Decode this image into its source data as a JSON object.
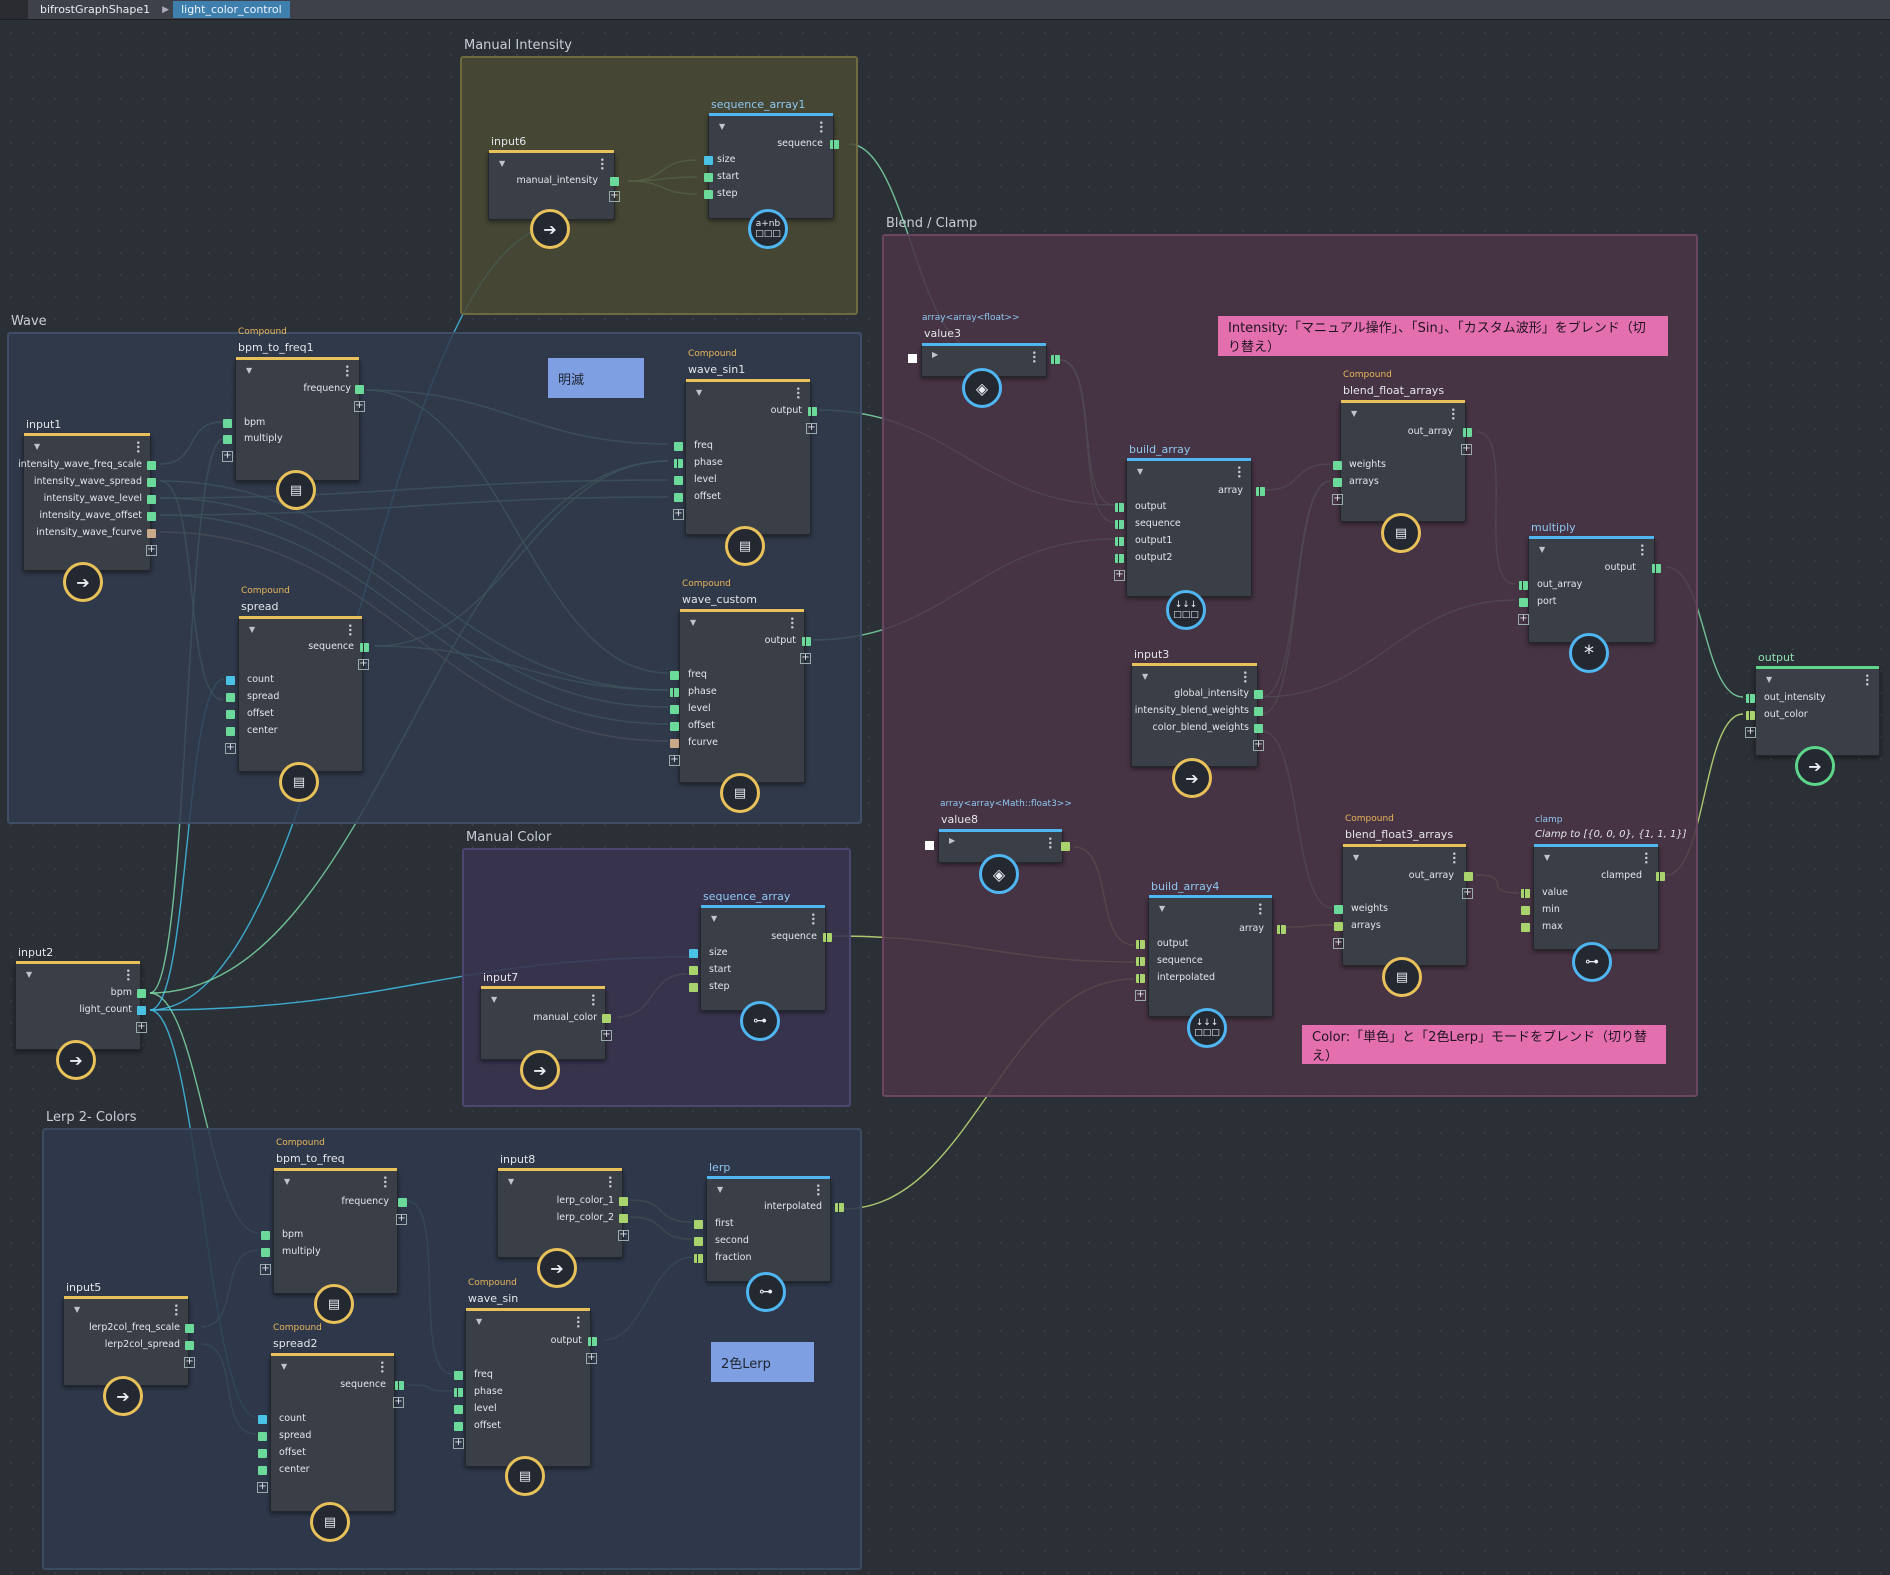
{
  "breadcrumb": [
    "bifrostGraphShape1",
    "light_color_control"
  ],
  "colors": {
    "canvas": "#2b2f36",
    "node_body": "#3a3e47",
    "header_terminal": "#e8c15a",
    "header_compound": "#e8c15a",
    "header_op": "#4fb6f2",
    "header_output": "#5ed58a",
    "pin_float": "#6bd99a",
    "pin_int": "#49c2e6",
    "pin_fcurve": "#c9a98a",
    "pin_float3": "#a9d36c",
    "wire_float": "#7bd7a4",
    "wire_int": "#3fc0e8",
    "wire_float3": "#c7e07a",
    "wire_fcurve": "#c9a98a",
    "backdrop_manual_intensity": "#4a4a34",
    "backdrop_wave": "#313b4d",
    "backdrop_manual_color": "#3a3450",
    "backdrop_blend": "#4a3445",
    "backdrop_lerp": "#2f3a4d",
    "sticky_blue": "#7f9fe3",
    "sticky_pink": "#e46fae"
  },
  "backdrops": {
    "manual_intensity": "Manual Intensity",
    "wave": "Wave",
    "manual_color": "Manual Color",
    "blend_clamp": "Blend / Clamp",
    "lerp": "Lerp 2- Colors"
  },
  "stickies": {
    "blink": "明滅",
    "intensity_note": "Intensity:「マニュアル操作」、「Sin」、「カスタム波形」をブレンド（切り替え）",
    "color_note": "Color:「単色」と「2色Lerp」モードをブレンド（切り替え）",
    "lerp_note": "2色Lerp"
  },
  "nodes": {
    "input6": {
      "title": "input6",
      "ports": [
        "manual_intensity"
      ],
      "icon": "arrow-right-icon"
    },
    "sequence_array1": {
      "title": "sequence_array1",
      "inputs": [
        "size",
        "start",
        "step"
      ],
      "outputs": [
        "sequence"
      ],
      "icon_text": "a+nb"
    },
    "bpm_to_freq1": {
      "kind": "Compound",
      "title": "bpm_to_freq1",
      "outputs": [
        "frequency"
      ],
      "inputs": [
        "bpm",
        "multiply"
      ]
    },
    "input1": {
      "title": "input1",
      "ports": [
        "intensity_wave_freq_scale",
        "intensity_wave_spread",
        "intensity_wave_level",
        "intensity_wave_offset",
        "intensity_wave_fcurve"
      ]
    },
    "spread": {
      "kind": "Compound",
      "title": "spread",
      "outputs": [
        "sequence"
      ],
      "inputs": [
        "count",
        "spread",
        "offset",
        "center"
      ]
    },
    "wave_sin1": {
      "kind": "Compound",
      "title": "wave_sin1",
      "outputs": [
        "output"
      ],
      "inputs": [
        "freq",
        "phase",
        "level",
        "offset"
      ]
    },
    "wave_custom": {
      "kind": "Compound",
      "title": "wave_custom",
      "outputs": [
        "output"
      ],
      "inputs": [
        "freq",
        "phase",
        "level",
        "offset",
        "fcurve"
      ]
    },
    "value3": {
      "type": "array<array<float>>",
      "title": "value3"
    },
    "build_array": {
      "title": "build_array",
      "outputs": [
        "array"
      ],
      "inputs": [
        "output",
        "sequence",
        "output1",
        "output2"
      ]
    },
    "blend_float_arrays": {
      "kind": "Compound",
      "title": "blend_float_arrays",
      "outputs": [
        "out_array"
      ],
      "inputs": [
        "weights",
        "arrays"
      ]
    },
    "multiply": {
      "title": "multiply",
      "outputs": [
        "output"
      ],
      "inputs": [
        "out_array",
        "port"
      ],
      "icon_text": "*"
    },
    "input3": {
      "title": "input3",
      "ports": [
        "global_intensity",
        "intensity_blend_weights",
        "color_blend_weights"
      ]
    },
    "output": {
      "title": "output",
      "inputs": [
        "out_intensity",
        "out_color"
      ]
    },
    "value8": {
      "type": "array<array<Math::float3>>",
      "title": "value8"
    },
    "build_array4": {
      "title": "build_array4",
      "outputs": [
        "array"
      ],
      "inputs": [
        "output",
        "sequence",
        "interpolated"
      ]
    },
    "blend_float3_arrays": {
      "kind": "Compound",
      "title": "blend_float3_arrays",
      "outputs": [
        "out_array"
      ],
      "inputs": [
        "weights",
        "arrays"
      ]
    },
    "clamp": {
      "kind": "clamp",
      "title": "Clamp to [{0, 0, 0}, {1, 1, 1}]",
      "outputs": [
        "clamped"
      ],
      "inputs": [
        "value",
        "min",
        "max"
      ]
    },
    "input2": {
      "title": "input2",
      "ports": [
        "bpm",
        "light_count"
      ]
    },
    "input7": {
      "title": "input7",
      "ports": [
        "manual_color"
      ]
    },
    "sequence_array": {
      "title": "sequence_array",
      "outputs": [
        "sequence"
      ],
      "inputs": [
        "size",
        "start",
        "step"
      ]
    },
    "bpm_to_freq": {
      "kind": "Compound",
      "title": "bpm_to_freq",
      "outputs": [
        "frequency"
      ],
      "inputs": [
        "bpm",
        "multiply"
      ]
    },
    "input8": {
      "title": "input8",
      "ports": [
        "lerp_color_1",
        "lerp_color_2"
      ]
    },
    "lerp": {
      "title": "lerp",
      "outputs": [
        "interpolated"
      ],
      "inputs": [
        "first",
        "second",
        "fraction"
      ]
    },
    "input5": {
      "title": "input5",
      "ports": [
        "lerp2col_freq_scale",
        "lerp2col_spread"
      ]
    },
    "spread2": {
      "kind": "Compound",
      "title": "spread2",
      "outputs": [
        "sequence"
      ],
      "inputs": [
        "count",
        "spread",
        "offset",
        "center"
      ]
    },
    "wave_sin": {
      "kind": "Compound",
      "title": "wave_sin",
      "outputs": [
        "output"
      ],
      "inputs": [
        "freq",
        "phase",
        "level",
        "offset"
      ]
    }
  }
}
